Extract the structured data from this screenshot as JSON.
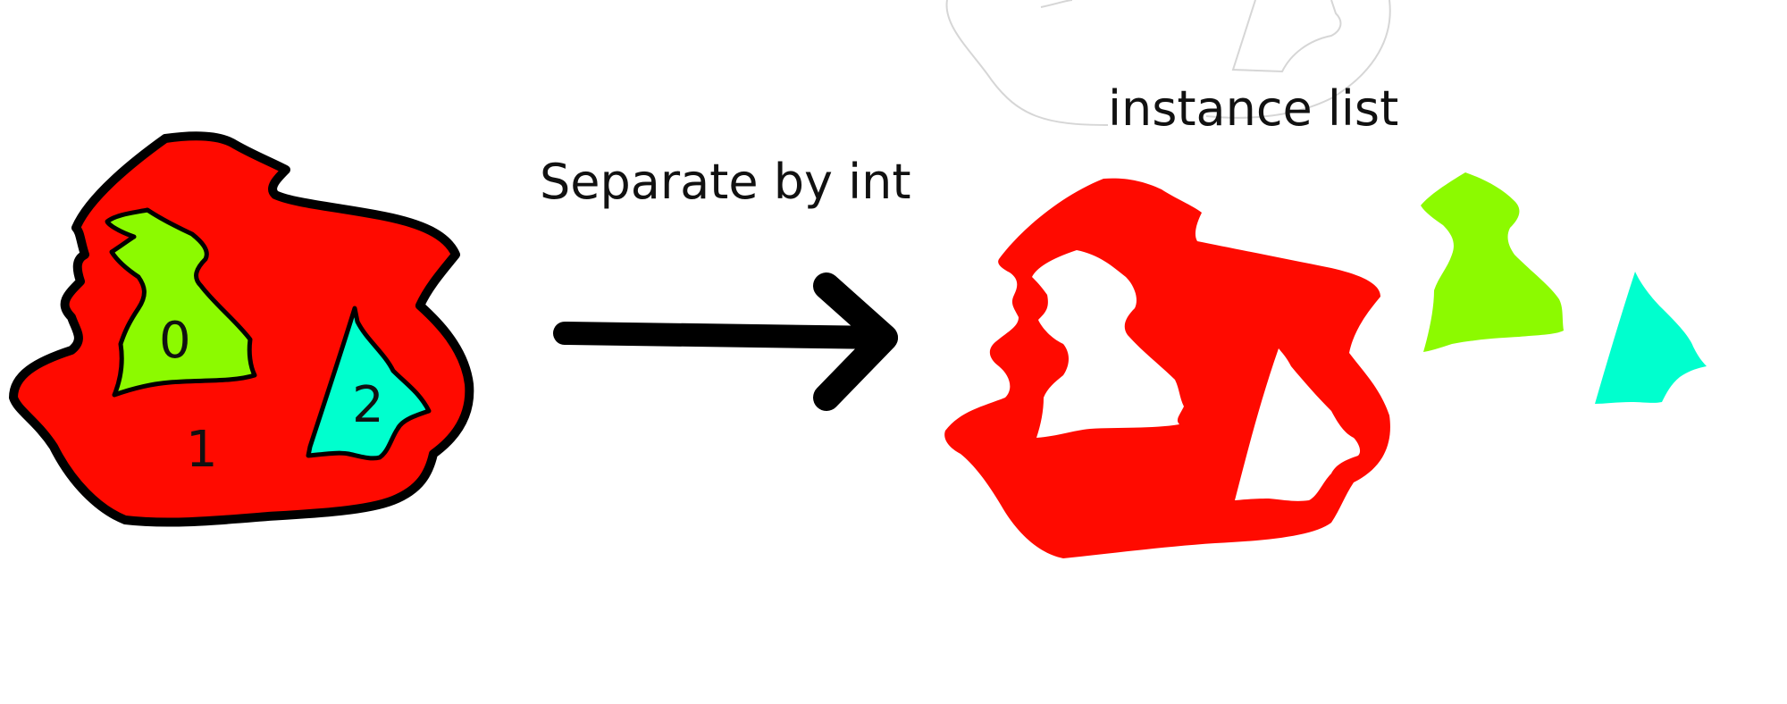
{
  "caption_left": "Separate by int",
  "caption_right": "instance list",
  "labels": {
    "green": "0",
    "red": "1",
    "cyan": "2"
  },
  "colors": {
    "red": "#ff0a00",
    "green": "#8cfa00",
    "cyan": "#00ffce",
    "outline": "#000000",
    "ghost": "#d6d6d6"
  }
}
